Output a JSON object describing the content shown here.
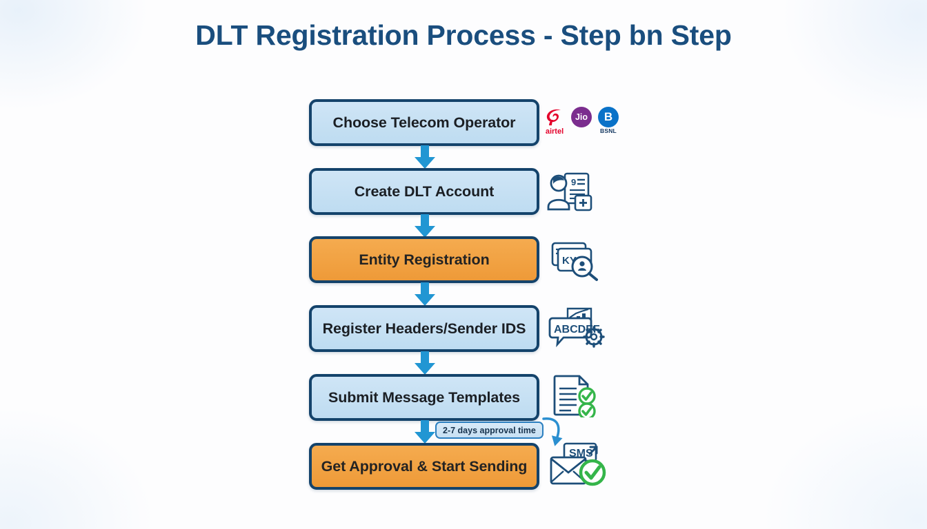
{
  "page": {
    "title": "DLT Registration Process - Step bn Step",
    "title_color": "#1a4e7e",
    "background_color": "#fdfdfe"
  },
  "theme": {
    "box_border": "#14436b",
    "box_blue_fill": "#c5e0f2",
    "box_orange_fill": "#f0a044",
    "arrow_blue": "#2196d3",
    "check_green": "#35b54a",
    "icon_navy": "#1d4e79"
  },
  "flow": {
    "steps": [
      {
        "id": "step-1",
        "label": "Choose Telecom Operator",
        "color": "blue",
        "icon": "telecom-operator-logos"
      },
      {
        "id": "step-2",
        "label": "Create DLT Account",
        "color": "blue",
        "icon": "user-document-add-icon"
      },
      {
        "id": "step-3",
        "label": "Entity Registration",
        "color": "orange",
        "icon": "kyc-verification-icon"
      },
      {
        "id": "step-4",
        "label": "Register Headers/Sender IDS",
        "color": "blue",
        "icon": "sender-id-abcdef-icon"
      },
      {
        "id": "step-5",
        "label": "Submit Message Templates",
        "color": "blue",
        "icon": "document-approved-icon"
      },
      {
        "id": "step-6",
        "label": "Get Approval & Start Sending",
        "color": "orange",
        "icon": "sms-approved-icon"
      }
    ],
    "connectors": [
      {
        "from": "step-1",
        "to": "step-2",
        "type": "down-arrow"
      },
      {
        "from": "step-2",
        "to": "step-3",
        "type": "down-arrow"
      },
      {
        "from": "step-3",
        "to": "step-4",
        "type": "down-arrow"
      },
      {
        "from": "step-4",
        "to": "step-5",
        "type": "down-arrow"
      },
      {
        "from": "step-5",
        "to": "step-6",
        "type": "down-arrow"
      }
    ],
    "annotation": {
      "text": "2-7 days approval time",
      "attached_between": [
        "step-5",
        "step-6"
      ],
      "hook": "curved-arrow-down"
    }
  },
  "operators": [
    {
      "name": "Airtel",
      "mark": "airtel-swirl",
      "caption": "airtel",
      "color": "#e4002b"
    },
    {
      "name": "Jio",
      "mark": "jio-circle",
      "caption": "Jio",
      "color": "#7b2d8e"
    },
    {
      "name": "BSNL",
      "mark": "bsnl-circle",
      "caption": "BSNL",
      "color": "#0a72c8",
      "mark_letter": "B"
    }
  ],
  "icon_labels": {
    "account_doc_digit": "9",
    "kyc_text": "KYC",
    "sender_id_text": "ABCDEF",
    "sms_text": "SMS"
  }
}
